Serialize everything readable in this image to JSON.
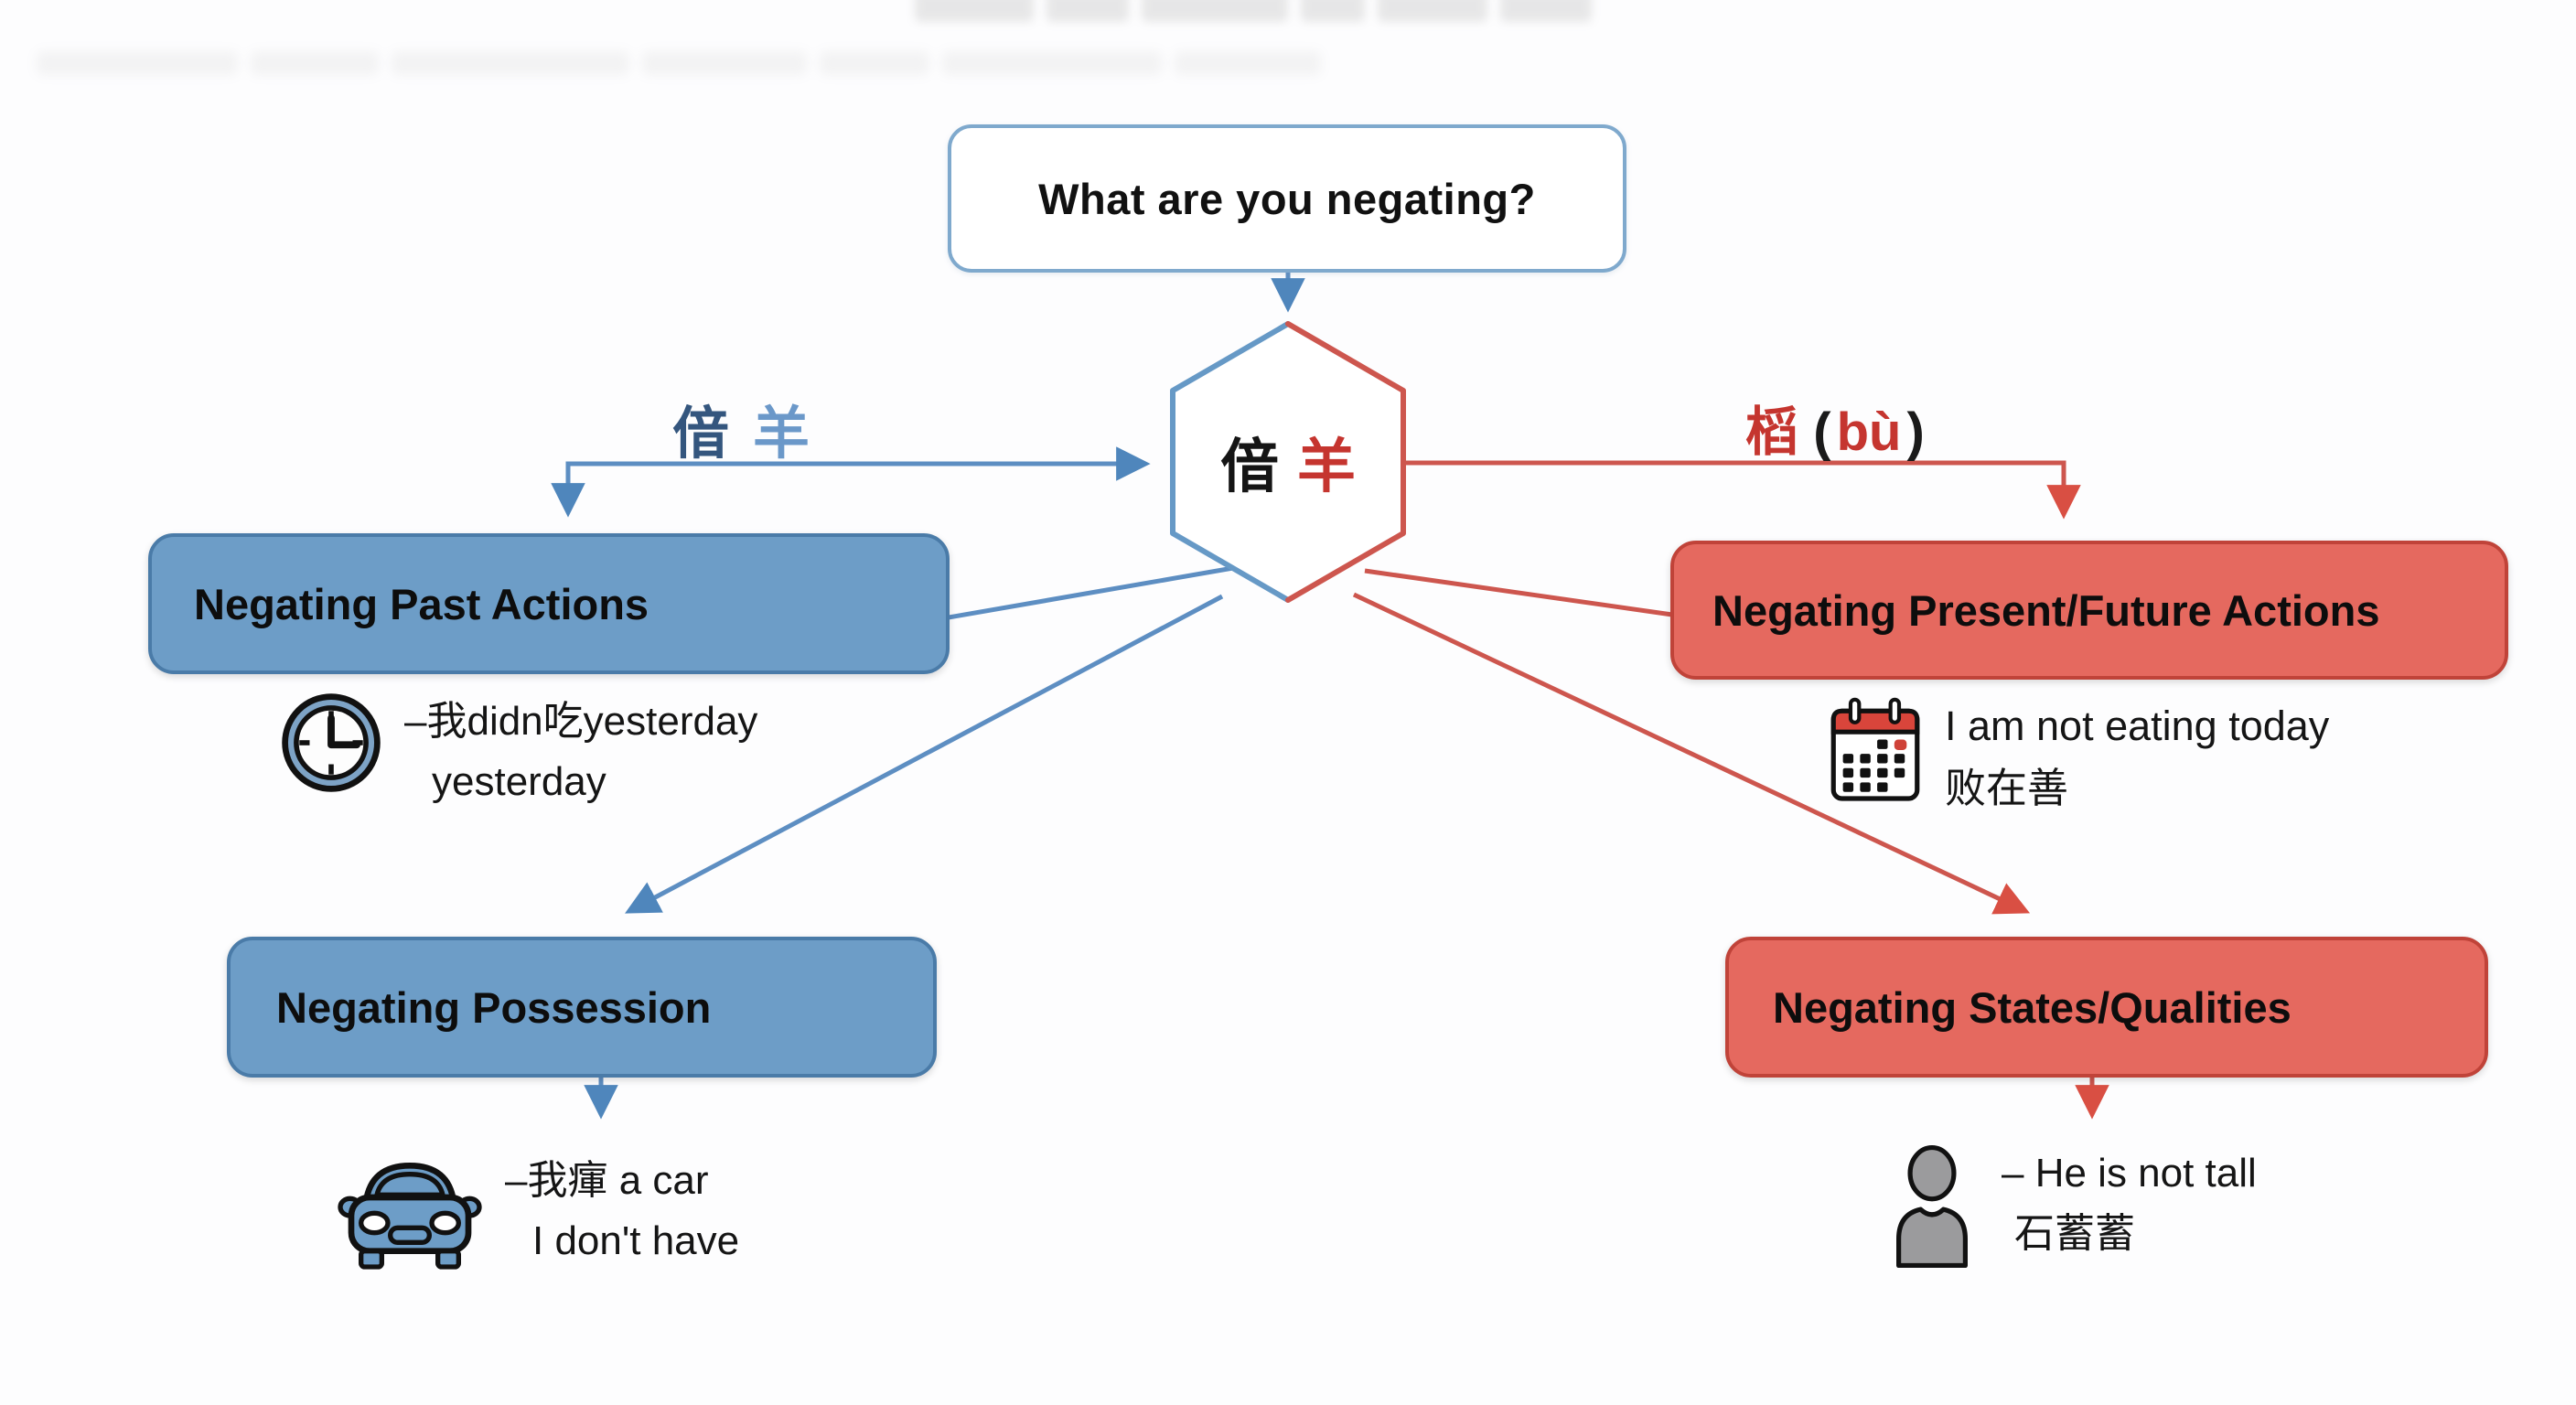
{
  "title": {
    "question": "What are you negating?"
  },
  "hexagon": {
    "black_char": "偣",
    "red_char": "羊"
  },
  "branches": {
    "left_label": {
      "first": "偣",
      "second": "羊"
    },
    "right_label": {
      "hanzi": "槄",
      "open_paren": "(",
      "pinyin": "bù",
      "close_paren": ")"
    }
  },
  "boxes": {
    "past": "Negating Past Actions",
    "present_future": "Negating Present/Future Actions",
    "possession": "Negating Possession",
    "states": "Negating States/Qualities"
  },
  "examples": {
    "past": {
      "icon": "clock-icon",
      "line1": "–我didn吃yesterday",
      "line2": "yesterday"
    },
    "present_future": {
      "icon": "calendar-icon",
      "line1": "I am not eating today",
      "line2": "败在善"
    },
    "possession": {
      "icon": "car-icon",
      "line1": "–我瘒 a car",
      "line2": "I don't have"
    },
    "states": {
      "icon": "person-icon",
      "line1": "– He is not tall",
      "line2": "石蓄蓄"
    }
  },
  "colors": {
    "blue_fill": "#6d9dc7",
    "blue_border": "#4a7ba8",
    "blue_line": "#5d8ec2",
    "red_fill": "#e5695f",
    "red_border": "#c04339",
    "red_line": "#cd564e",
    "title_border": "#7fa9cd",
    "label_dark_blue": "#34567e",
    "label_light_blue": "#6b98c9",
    "label_red": "#c5352f",
    "text_black": "#111111"
  }
}
